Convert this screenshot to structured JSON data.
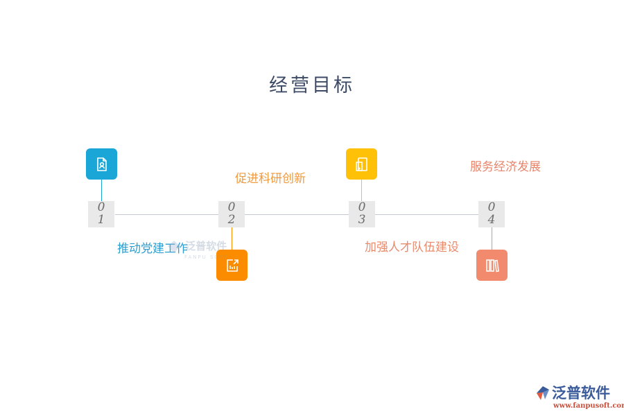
{
  "title": "经营目标",
  "steps": [
    {
      "n1": "0",
      "n2": "1",
      "label": "推动党建工作",
      "icon": "document-user-icon",
      "color": "#1aa7d8",
      "label_color": "#2c9fd0"
    },
    {
      "n1": "0",
      "n2": "2",
      "label": "促进科研创新",
      "icon": "bar-chart-export-icon",
      "color": "#fb8c00",
      "label_color": "#f09a3e"
    },
    {
      "n1": "0",
      "n2": "3",
      "label": "加强人才队伍建设",
      "icon": "tablet-icon",
      "color": "#ffc107",
      "label_color": "#e98a6b"
    },
    {
      "n1": "0",
      "n2": "4",
      "label": "服务经济发展",
      "icon": "books-icon",
      "color": "#f28b6e",
      "label_color": "#e8846a"
    }
  ],
  "watermark": {
    "text": "泛普软件",
    "sub": "FANPU SOFT"
  },
  "logo": {
    "text": "泛普软件",
    "url": "www.fanpusoft.com"
  }
}
